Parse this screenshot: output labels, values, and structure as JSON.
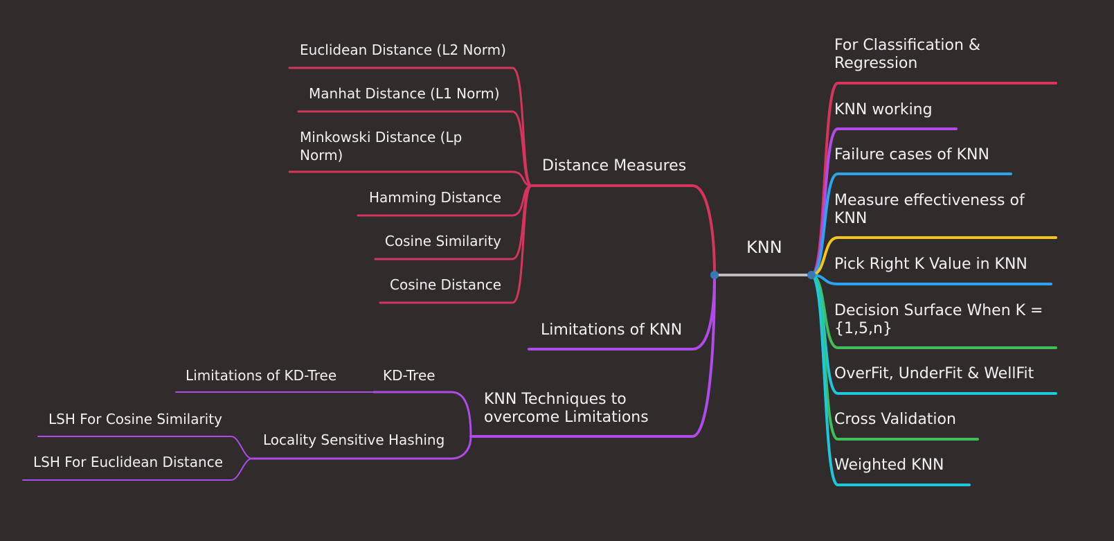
{
  "central": {
    "label": "KNN"
  },
  "colors": {
    "background": "#302c2b",
    "text": "#f2f2f2",
    "root_line": "#bdbdbd",
    "node_dot": "#3a78b5",
    "crimson": "#d6335f",
    "purple": "#b04ae8",
    "magenta": "#c2389f",
    "blue": "#2aa4f0",
    "yellow": "#f5c518",
    "green": "#3fbf5a",
    "cyan": "#1ec8dc",
    "teal": "#1fc7b3"
  },
  "right_branches": [
    {
      "label": "For Classification & Regression",
      "color": "#d6335f"
    },
    {
      "label": "KNN working",
      "color": "#b04ae8"
    },
    {
      "label": "Failure cases of KNN",
      "color": "#2aa4f0"
    },
    {
      "label": "Measure effectiveness of KNN",
      "color": "#f5c518"
    },
    {
      "label": "Pick Right K Value in KNN",
      "color": "#2aa4f0"
    },
    {
      "label": "Decision Surface When K = {1,5,n}",
      "color": "#3fbf5a"
    },
    {
      "label": "OverFit, UnderFit & WellFit",
      "color": "#1ec8dc"
    },
    {
      "label": "Cross Validation",
      "color": "#3fbf5a"
    },
    {
      "label": "Weighted KNN",
      "color": "#1ec8dc"
    }
  ],
  "left_branches": {
    "distance": {
      "label": "Distance Measures",
      "children": [
        "Euclidean Distance (L2 Norm)",
        "Manhat Distance (L1 Norm)",
        "Minkowski Distance (Lp Norm)",
        "Hamming Distance",
        "Cosine Similarity",
        "Cosine Distance"
      ]
    },
    "limitations": {
      "label": "Limitations of KNN"
    },
    "techniques": {
      "label": "KNN Techniques to overcome Limitations",
      "kdtree": {
        "label": "KD-Tree",
        "child": "Limitations of KD-Tree"
      },
      "lsh": {
        "label": "Locality Sensitive Hashing",
        "children": [
          "LSH For Cosine Similarity",
          "LSH For Euclidean Distance"
        ]
      }
    }
  }
}
